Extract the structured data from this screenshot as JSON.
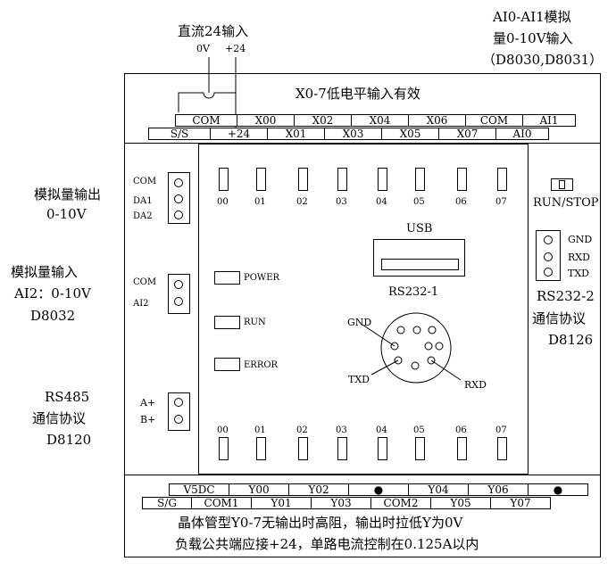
{
  "top_left": {
    "title": "直流24输入",
    "zero_v": "0V",
    "plus24": "+24"
  },
  "top_right": {
    "line1": "AI0-AI1模拟",
    "line2": "量0-10V输入",
    "line3": "（D8030,D8031）"
  },
  "input_header": "X0-7低电平输入有效",
  "input_top_row": [
    "COM",
    "X00",
    "X02",
    "X04",
    "X06",
    "COM",
    "AI1"
  ],
  "input_bottom_row": [
    "S/S",
    "+24",
    "X01",
    "X03",
    "X05",
    "X07",
    "AI0"
  ],
  "input_numbers": [
    "00",
    "01",
    "02",
    "03",
    "04",
    "05",
    "06",
    "07"
  ],
  "output_numbers": [
    "00",
    "01",
    "02",
    "03",
    "04",
    "05",
    "06",
    "07"
  ],
  "left": {
    "analog_out": {
      "title": "模拟量输出",
      "range": "0-10V",
      "pins": [
        "COM",
        "DA1",
        "DA2"
      ]
    },
    "analog_in": {
      "title": "模拟量输入",
      "range": "AI2：0-10V",
      "reg": "D8032",
      "pins": [
        "COM",
        "AI2"
      ]
    },
    "rs485": {
      "title": "RS485",
      "proto": "通信协议",
      "reg": "D8120",
      "pins": [
        "A+",
        "B+"
      ]
    }
  },
  "status_leds": [
    "POWER",
    "RUN",
    "ERROR"
  ],
  "usb_label": "USB",
  "rs232_1": {
    "label": "RS232-1",
    "gnd": "GND",
    "txd": "TXD",
    "rxd": "RXD"
  },
  "right": {
    "run_stop": "RUN/STOP",
    "pins": [
      "GND",
      "RXD",
      "TXD"
    ],
    "rs232_2": "RS232-2",
    "proto": "通信协议",
    "reg": "D8126"
  },
  "output_top_row": [
    "V5DC",
    "Y00",
    "Y02",
    "●",
    "Y04",
    "Y06",
    "●"
  ],
  "output_bottom_row": [
    "S/G",
    "COM1",
    "Y01",
    "Y03",
    "COM2",
    "Y05",
    "Y07"
  ],
  "notes": [
    "晶体管型Y0-7无输出时高阻，输出时拉低Y为0V",
    "负载公共端应接+24，单路电流控制在0.125A以内"
  ]
}
